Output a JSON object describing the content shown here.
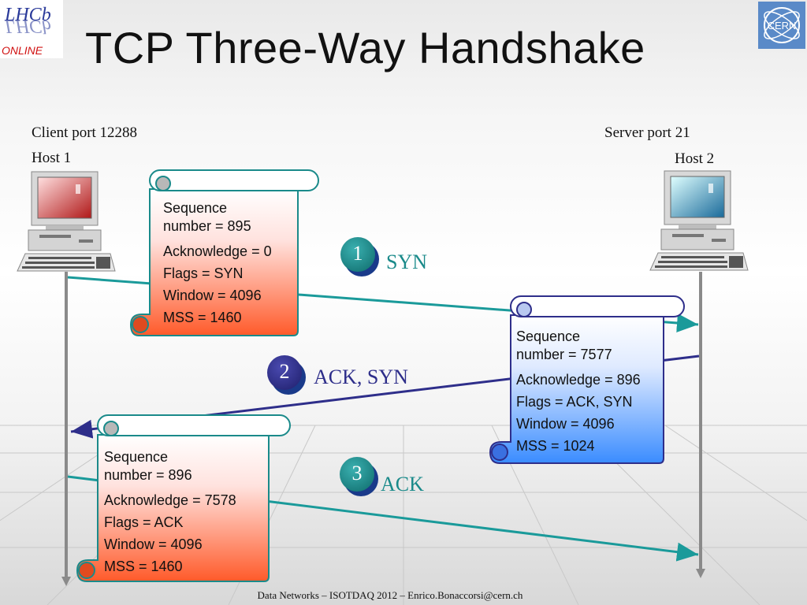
{
  "title": "TCP Three-Way Handshake",
  "logos": {
    "left_top": "LHCb",
    "left_bottom": "ONLINE",
    "right": "CERN"
  },
  "client": {
    "port_label": "Client port 12288",
    "host_label": "Host 1"
  },
  "server": {
    "port_label": "Server port 21",
    "host_label": "Host 2"
  },
  "steps": [
    {
      "number": "1",
      "label": "SYN",
      "color": "#1a8a8a"
    },
    {
      "number": "2",
      "label": "ACK, SYN",
      "color": "#2e2e8a"
    },
    {
      "number": "3",
      "label": "ACK",
      "color": "#1a8a8a"
    }
  ],
  "segments": [
    {
      "seq_line1": "Sequence",
      "seq_line2": "number = 895",
      "ack": "Acknowledge = 0",
      "flags": "Flags = SYN",
      "window": "Window = 4096",
      "mss": "MSS = 1460"
    },
    {
      "seq_line1": "Sequence",
      "seq_line2": "number = 7577",
      "ack": "Acknowledge = 896",
      "flags": "Flags = ACK, SYN",
      "window": "Window = 4096",
      "mss": "MSS = 1024"
    },
    {
      "seq_line1": "Sequence",
      "seq_line2": "number = 896",
      "ack": "Acknowledge = 7578",
      "flags": "Flags = ACK",
      "window": "Window = 4096",
      "mss": "MSS = 1460"
    }
  ],
  "colors": {
    "teal_arrow": "#1a9a9a",
    "navy_arrow": "#2e2e8a",
    "client_scroll_bottom": "#ff5a2a",
    "server_scroll_bottom": "#3a8cff"
  },
  "footer": "Data Networks – ISOTDAQ 2012 – Enrico.Bonaccorsi@cern.ch"
}
